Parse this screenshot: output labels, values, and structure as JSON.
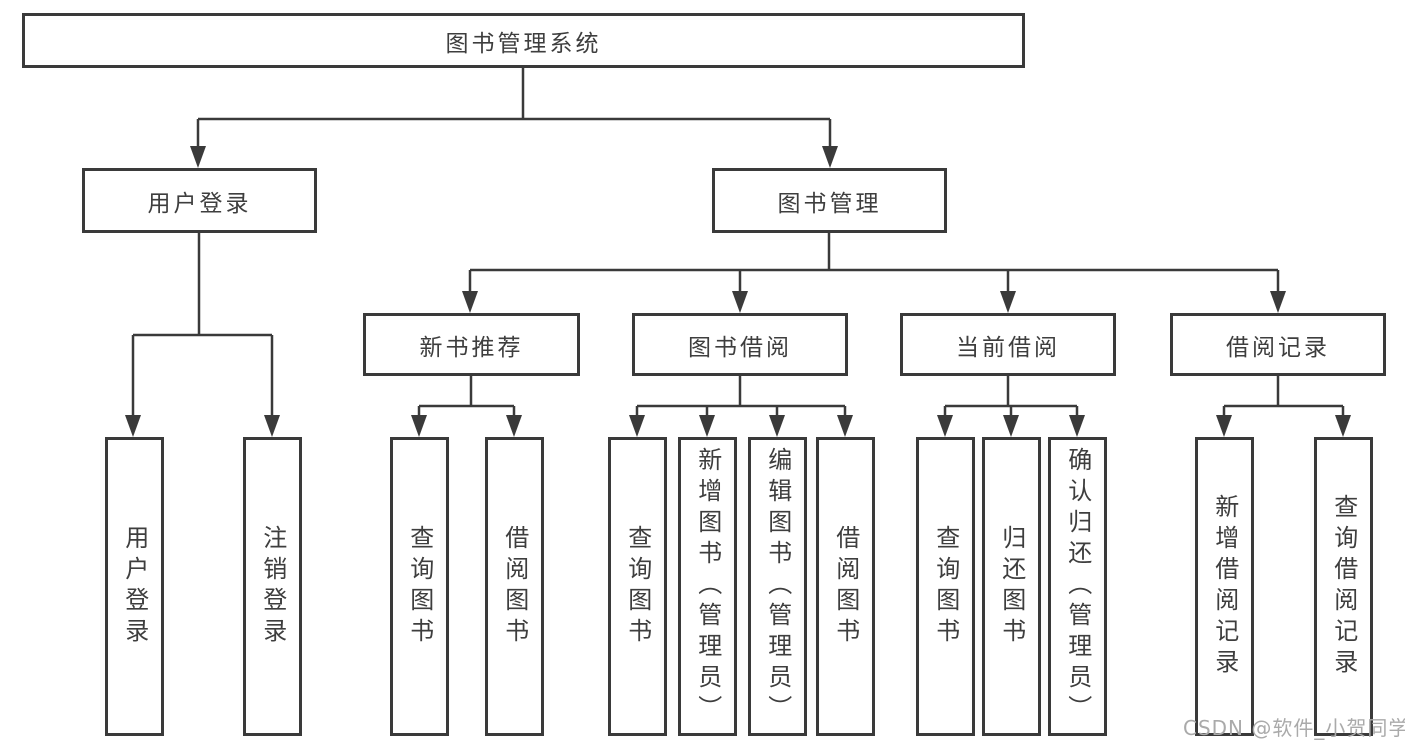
{
  "tree": {
    "root": {
      "label": "图书管理系统",
      "children": [
        {
          "label": "用户登录",
          "children": [
            {
              "label": "用户登录"
            },
            {
              "label": "注销登录"
            }
          ]
        },
        {
          "label": "图书管理",
          "children": [
            {
              "label": "新书推荐",
              "children": [
                {
                  "label": "查询图书"
                },
                {
                  "label": "借阅图书"
                }
              ]
            },
            {
              "label": "图书借阅",
              "children": [
                {
                  "label": "查询图书"
                },
                {
                  "label": "新增图书（管理员）"
                },
                {
                  "label": "编辑图书（管理员）"
                },
                {
                  "label": "借阅图书"
                }
              ]
            },
            {
              "label": "当前借阅",
              "children": [
                {
                  "label": "查询图书"
                },
                {
                  "label": "归还图书"
                },
                {
                  "label": "确认归还（管理员）"
                }
              ]
            },
            {
              "label": "借阅记录",
              "children": [
                {
                  "label": "新增借阅记录"
                },
                {
                  "label": "查询借阅记录"
                }
              ]
            }
          ]
        }
      ]
    }
  },
  "watermark": {
    "text": "CSDN @软件_小贺同学"
  },
  "style": {
    "line_color": "#3a3a3a",
    "box_border_color": "#3a3a3a",
    "text_color": "#3e3e3e",
    "watermark_color": "#aaaaaa"
  }
}
